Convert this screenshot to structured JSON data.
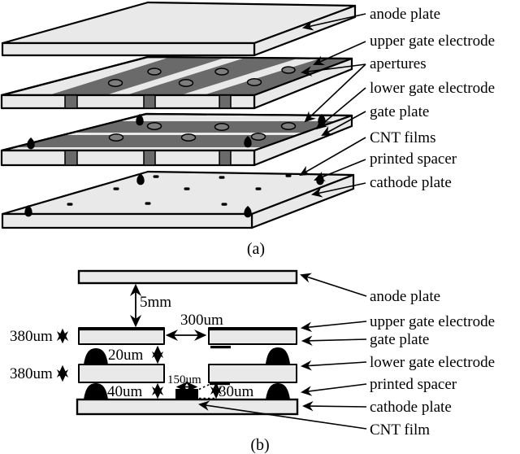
{
  "figure_colors": {
    "plate_light": "#e9e9e9",
    "electrode_dark": "#6a6a6a",
    "aperture_fill": "#7d7d7d",
    "ink": "#000000"
  },
  "panel_a": {
    "caption": "(a)",
    "labels": {
      "anode_plate": "anode plate",
      "upper_gate_electrode": "upper gate electrode",
      "apertures": "apertures",
      "lower_gate_electrode": "lower gate electrode",
      "gate_plate": "gate plate",
      "cnt_films": "CNT films",
      "printed_spacer": "printed spacer",
      "cathode_plate": "cathode plate"
    }
  },
  "panel_b": {
    "caption": "(b)",
    "dimensions": {
      "anode_gate_gap": "5mm",
      "gate_aperture": "300um",
      "upper_gate_plate_thickness": "380um",
      "upper_spacer_height": "20um",
      "lower_gate_plate_thickness": "380um",
      "lower_spacer_height": "40um",
      "cnt_film_width": "150um",
      "cnt_gate_distance": "30um"
    },
    "labels": {
      "anode_plate": "anode plate",
      "upper_gate_electrode": "upper gate electrode",
      "gate_plate": "gate plate",
      "lower_gate_electrode": "lower gate electrode",
      "printed_spacer": "printed spacer",
      "cathode_plate": "cathode plate",
      "cnt_film": "CNT film"
    }
  }
}
